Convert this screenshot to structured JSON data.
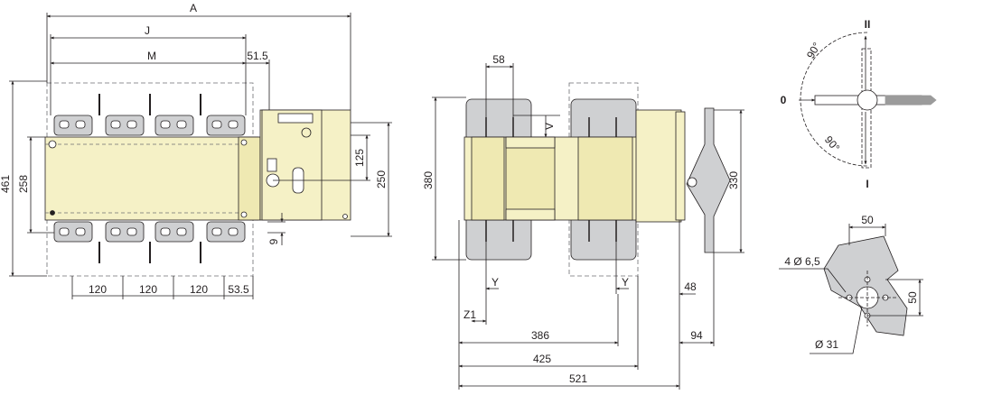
{
  "colors": {
    "body": "#f5f1c6",
    "body_dark": "#efe9b2",
    "terminal_grey": "#cfd0d2",
    "line": "#231f20",
    "dash": "#6d6e71",
    "arrow": "#9b9b9b"
  },
  "front_view": {
    "A": "A",
    "J": "J",
    "M": "M",
    "d_51_5": "51.5",
    "d_461": "461",
    "d_258": "258",
    "d_125": "125",
    "d_250": "250",
    "d_9": "9",
    "pitch1": "120",
    "pitch2": "120",
    "pitch3": "120",
    "d_53_5": "53.5"
  },
  "side_view": {
    "d_58": "58",
    "V": "V",
    "d_380": "380",
    "d_330": "330",
    "Y_left": "Y",
    "Y_right": "Y",
    "Z1": "Z1",
    "d_48": "48",
    "d_386": "386",
    "d_425": "425",
    "d_521": "521",
    "d_94": "94"
  },
  "handle_view": {
    "pos_II": "II",
    "pos_0": "0",
    "pos_I": "I",
    "angle_top": "90°",
    "angle_bottom": "90°"
  },
  "cutout_view": {
    "d_50_top": "50",
    "d_50_side": "50",
    "holes": "4 Ø 6,5",
    "center": "Ø 31"
  }
}
